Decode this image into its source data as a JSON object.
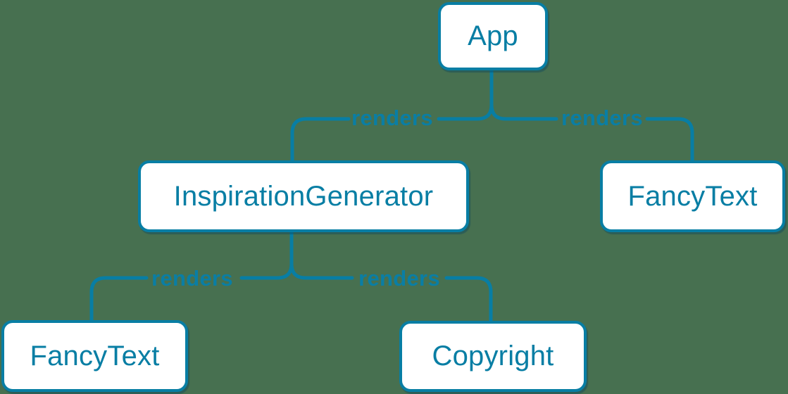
{
  "diagram": {
    "type": "component-render-tree",
    "background_color": "#477050",
    "accent_color": "#087EA4",
    "node_fill_color": "#FFFFFF",
    "nodes": {
      "app": {
        "label": "App"
      },
      "inspiration_generator": {
        "label": "InspirationGenerator"
      },
      "fancy_text_top": {
        "label": "FancyText"
      },
      "fancy_text_bottom": {
        "label": "FancyText"
      },
      "copyright": {
        "label": "Copyright"
      }
    },
    "edges": [
      {
        "from": "App",
        "to": "InspirationGenerator",
        "label": "renders"
      },
      {
        "from": "App",
        "to": "FancyText",
        "label": "renders"
      },
      {
        "from": "InspirationGenerator",
        "to": "FancyText",
        "label": "renders"
      },
      {
        "from": "InspirationGenerator",
        "to": "Copyright",
        "label": "renders"
      }
    ]
  }
}
